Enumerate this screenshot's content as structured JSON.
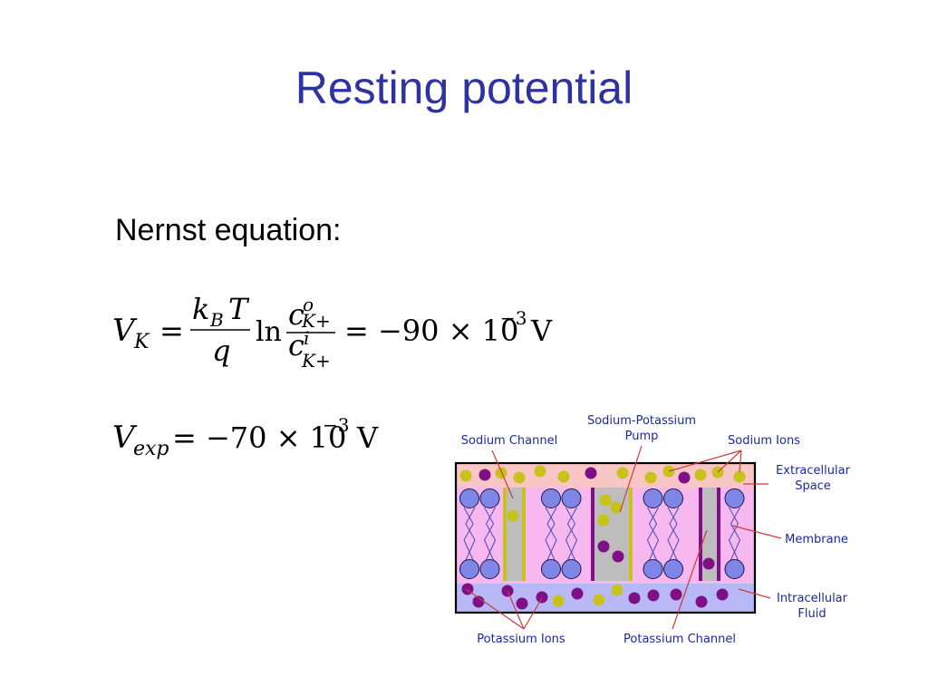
{
  "slide": {
    "title": "Resting potential",
    "subheading": "Nernst equation:"
  },
  "equations": {
    "nernst": {
      "lhs_var": "V",
      "lhs_sub": "K",
      "equals": "=",
      "frac_num_k": "k",
      "frac_num_sub": "B",
      "frac_num_T": "T",
      "frac_den": "q",
      "ln": "ln",
      "conc_c": "c",
      "conc_top_sup": "o",
      "conc_bot_sup": "i",
      "conc_sub": "K+",
      "rhs": "= −90 × 10",
      "rhs_exp": "−3",
      "rhs_unit": "V"
    },
    "experimental": {
      "lhs_var": "V",
      "lhs_sub": "exp",
      "rhs": "= −70 × 10",
      "rhs_exp": "−3",
      "rhs_unit": "V"
    }
  },
  "diagram": {
    "labels": {
      "sodium_channel": "Sodium Channel",
      "sodium_potassium_pump_line1": "Sodium-Potassium",
      "sodium_potassium_pump_line2": "Pump",
      "sodium_ions": "Sodium Ions",
      "extracellular_line1": "Extracellular",
      "extracellular_line2": "Space",
      "membrane": "Membrane",
      "intracellular_line1": "Intracellular",
      "intracellular_line2": "Fluid",
      "potassium_ions": "Potassium Ions",
      "potassium_channel": "Potassium Channel"
    },
    "colors": {
      "extracellular": "#f8c6c4",
      "membrane_core": "#f7b8f0",
      "intracellular": "#b8b8f6",
      "phospholipid_head": "#7f86e8",
      "sodium_ion": "#c8c21c",
      "potassium_ion": "#7f0f86",
      "channel_gray": "#bdbdbd",
      "label_line": "#d03a3a",
      "label_text": "#1a2aa0"
    }
  }
}
